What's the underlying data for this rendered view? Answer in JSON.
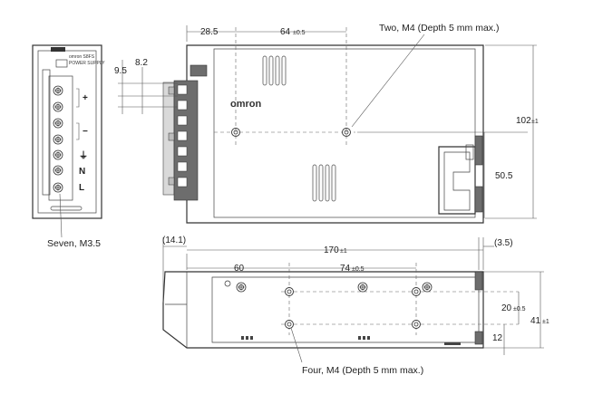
{
  "front_view": {
    "brand_small": "omron S8FS",
    "model_small": "POWER SUPPLY",
    "terminal_marks": [
      "+",
      "−",
      "⏚",
      "N",
      "L"
    ],
    "callout": "Seven, M3.5"
  },
  "side_view": {
    "brand": "omron",
    "dim_28_5": "28.5",
    "dim_64": "64",
    "dim_64_tol": "±0.5",
    "dim_9_5": "9.5",
    "dim_8_2": "8.2",
    "dim_102": "102",
    "dim_102_tol": "±1",
    "dim_50_5": "50.5",
    "callout": "Two, M4 (Depth 5 mm max.)"
  },
  "bottom_view": {
    "dim_14_1": "(14.1)",
    "dim_170": "170",
    "dim_170_tol": "±1",
    "dim_3_5": "(3.5)",
    "dim_60": "60",
    "dim_74": "74",
    "dim_74_tol": "±0.5",
    "dim_20": "20",
    "dim_20_tol": "±0.5",
    "dim_41": "41",
    "dim_41_tol": "±1",
    "dim_12": "12",
    "callout": "Four, M4 (Depth 5 mm max.)"
  }
}
